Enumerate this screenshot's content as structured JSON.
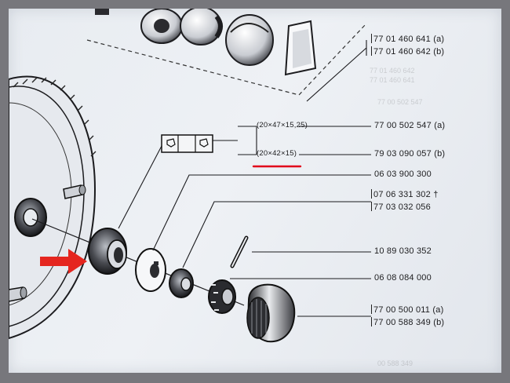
{
  "colors": {
    "paper": "#eceff3",
    "ink": "#1c1c1e",
    "highlight_underline": "#e1001a",
    "arrow": "#e5261f"
  },
  "icons": {
    "key_shape_left": "key-left-icon",
    "key_shape_right": "key-right-icon",
    "pointer_arrow": "red-arrow-icon"
  },
  "parts": {
    "top_ref_a": "77 01 460 641",
    "top_ref_a_suffix": "(a)",
    "top_ref_b": "77 01 460 642",
    "top_ref_b_suffix": "(b)",
    "bearing_dim_a": "(20×47×15,25)",
    "bearing_ref_a": "77 00 502 547",
    "bearing_ref_a_suffix": "(a)",
    "bearing_dim_b": "(20×42×15)",
    "bearing_ref_b": "79 03 090 057",
    "bearing_ref_b_suffix": "(b)",
    "washer_ref": "06 03 900 300",
    "nut_ref_1": "07 06 331 302",
    "nut_ref_1_mark": "†",
    "nut_ref_2": "77 03 032 056",
    "pin_ref": "10 89 030 352",
    "lock_ref": "06 08 084 000",
    "cap_ref_a": "77 00 500 011",
    "cap_ref_a_suffix": "(a)",
    "cap_ref_b": "77 00 588 349",
    "cap_ref_b_suffix": "(b)"
  }
}
